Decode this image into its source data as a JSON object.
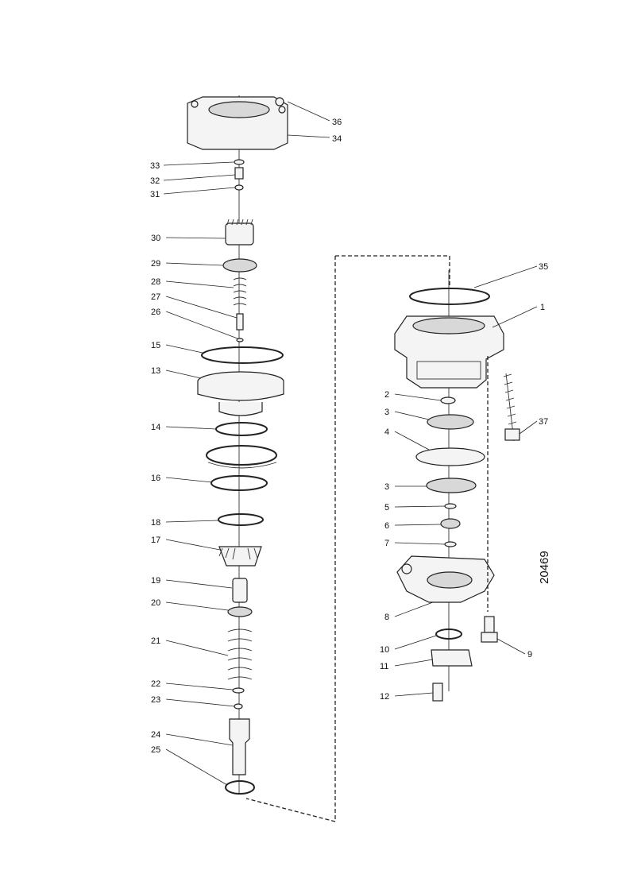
{
  "drawing_number": "20469",
  "left_column_labels": [
    "36",
    "34",
    "33",
    "32",
    "31",
    "30",
    "29",
    "28",
    "27",
    "26",
    "15",
    "13",
    "14",
    "16",
    "18",
    "17",
    "19",
    "20",
    "21",
    "22",
    "23",
    "24",
    "25"
  ],
  "right_column_labels": [
    "35",
    "1",
    "2",
    "3",
    "4",
    "3",
    "5",
    "6",
    "7",
    "8",
    "10",
    "11",
    "12",
    "37",
    "9"
  ]
}
